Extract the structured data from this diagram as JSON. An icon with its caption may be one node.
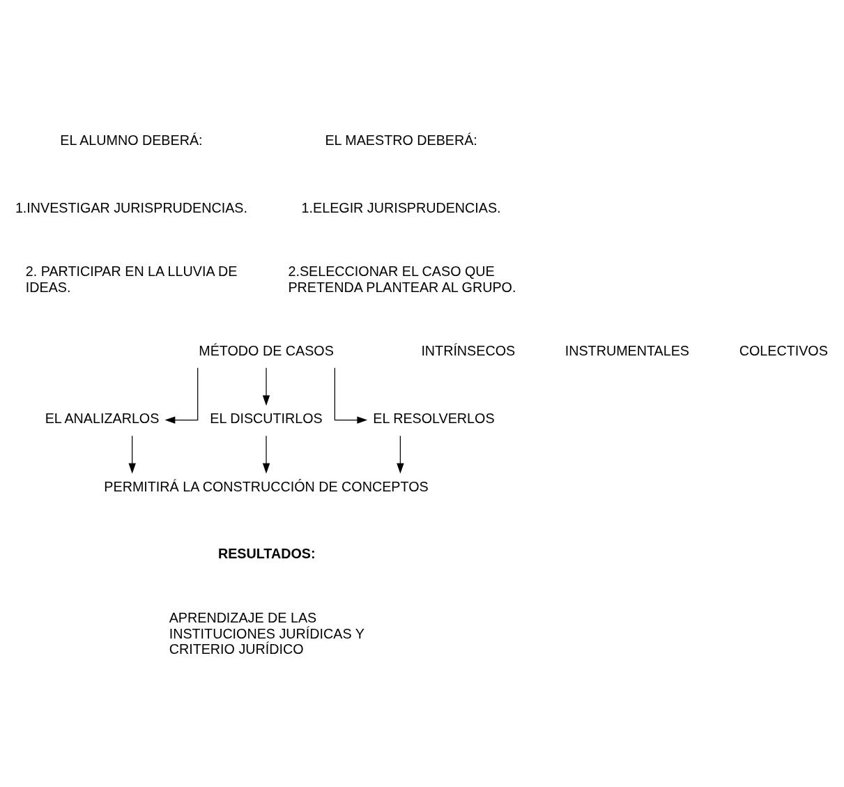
{
  "diagram": {
    "nodes": [
      {
        "text": [
          "MÉTODO DE CASOS"
        ]
      },
      {
        "text": [
          "EL ANALIZARLOS"
        ]
      },
      {
        "text": [
          "EL DISCUTIRLOS"
        ]
      },
      {
        "text": [
          "EL RESOLVERLOS"
        ]
      },
      {
        "text": [
          "PERMITIRÁ LA CONSTRUCCIÓN DE CONCEPTOS"
        ]
      }
    ],
    "edges": [
      {
        "from": 0,
        "to": 1,
        "arrow": "to"
      },
      {
        "from": 0,
        "to": 2,
        "arrow": "to"
      },
      {
        "from": 0,
        "to": 3,
        "arrow": "to"
      },
      {
        "from": 1,
        "to": 4,
        "arrow": "to"
      },
      {
        "from": 2,
        "to": 4,
        "arrow": "to"
      },
      {
        "from": 3,
        "to": 4,
        "arrow": "to"
      }
    ],
    "labels": [
      "EL ALUMNO DEBERÁ:",
      "1.INVESTIGAR JURISPRUDENCIAS.",
      "2. PARTICIPAR EN LA LLUVIA DE IDEAS.",
      "EL MAESTRO DEBERÁ:",
      "1.ELEGIR JURISPRUDENCIAS.",
      "2.SELECCIONAR EL CASO QUE PRETENDA PLANTEAR AL GRUPO.",
      "INTRÍNSECOS",
      "INSTRUMENTALES",
      "COLECTIVOS",
      "RESULTADOS:",
      "APRENDIZAJE DE LAS INSTITUCIONES JURÍDICAS Y CRITERIO JURÍDICO"
    ]
  }
}
